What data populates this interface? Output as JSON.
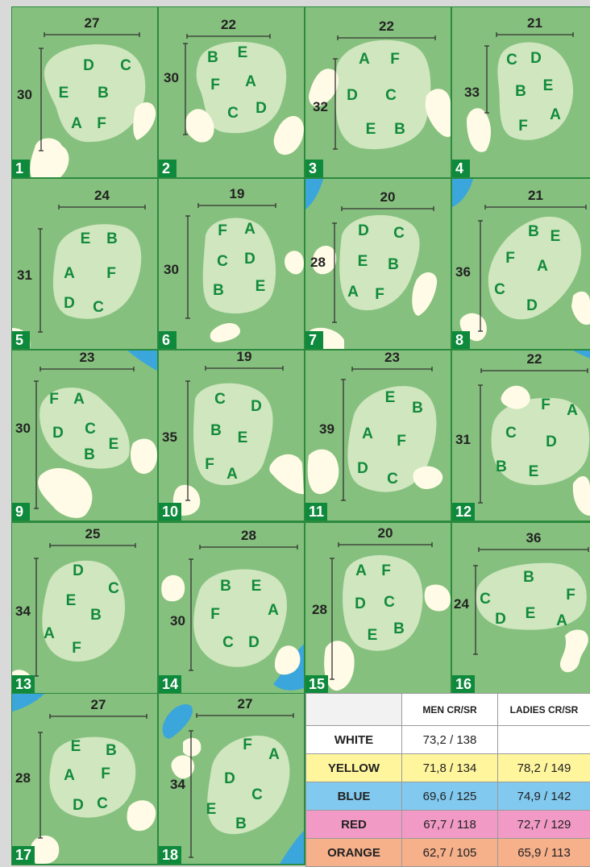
{
  "holes": [
    {
      "num": "1",
      "width": "27",
      "depth": "30",
      "pins": [
        "D",
        "C",
        "E",
        "B",
        "A",
        "F"
      ]
    },
    {
      "num": "2",
      "width": "22",
      "depth": "30",
      "pins": [
        "B",
        "E",
        "F",
        "A",
        "C",
        "D"
      ]
    },
    {
      "num": "3",
      "width": "22",
      "depth": "32",
      "pins": [
        "A",
        "F",
        "D",
        "C",
        "E",
        "B"
      ]
    },
    {
      "num": "4",
      "width": "21",
      "depth": "33",
      "pins": [
        "C",
        "D",
        "B",
        "E",
        "A",
        "F"
      ]
    },
    {
      "num": "5",
      "width": "24",
      "depth": "31",
      "pins": [
        "E",
        "B",
        "A",
        "F",
        "D",
        "C"
      ]
    },
    {
      "num": "6",
      "width": "19",
      "depth": "30",
      "pins": [
        "F",
        "A",
        "C",
        "D",
        "B",
        "E"
      ]
    },
    {
      "num": "7",
      "width": "20",
      "depth": "28",
      "pins": [
        "D",
        "C",
        "E",
        "B",
        "A",
        "F"
      ]
    },
    {
      "num": "8",
      "width": "21",
      "depth": "36",
      "pins": [
        "B",
        "E",
        "F",
        "A",
        "C",
        "D"
      ]
    },
    {
      "num": "9",
      "width": "23",
      "depth": "30",
      "pins": [
        "F",
        "A",
        "D",
        "C",
        "B",
        "E"
      ]
    },
    {
      "num": "10",
      "width": "19",
      "depth": "35",
      "pins": [
        "C",
        "D",
        "B",
        "E",
        "F",
        "A"
      ]
    },
    {
      "num": "11",
      "width": "23",
      "depth": "39",
      "pins": [
        "E",
        "B",
        "A",
        "F",
        "D",
        "C"
      ]
    },
    {
      "num": "12",
      "width": "22",
      "depth": "31",
      "pins": [
        "F",
        "A",
        "C",
        "D",
        "B",
        "E"
      ]
    },
    {
      "num": "13",
      "width": "25",
      "depth": "34",
      "pins": [
        "D",
        "C",
        "E",
        "B",
        "A",
        "F"
      ]
    },
    {
      "num": "14",
      "width": "28",
      "depth": "30",
      "pins": [
        "B",
        "E",
        "F",
        "A",
        "C",
        "D"
      ]
    },
    {
      "num": "15",
      "width": "20",
      "depth": "28",
      "pins": [
        "A",
        "F",
        "D",
        "C",
        "E",
        "B"
      ]
    },
    {
      "num": "16",
      "width": "36",
      "depth": "24",
      "pins": [
        "B",
        "C",
        "F",
        "D",
        "E",
        "A"
      ]
    },
    {
      "num": "17",
      "width": "27",
      "depth": "28",
      "pins": [
        "E",
        "B",
        "A",
        "F",
        "D",
        "C"
      ]
    },
    {
      "num": "18",
      "width": "27",
      "depth": "34",
      "pins": [
        "F",
        "A",
        "D",
        "C",
        "E",
        "B"
      ]
    }
  ],
  "ratings": {
    "headers": [
      "",
      "MEN CR/SR",
      "LADIES CR/SR"
    ],
    "rows": [
      {
        "tee": "WHITE",
        "men": "73,2 / 138",
        "ladies": "",
        "color": "#ffffff"
      },
      {
        "tee": "YELLOW",
        "men": "71,8 / 134",
        "ladies": "78,2 / 149",
        "color": "#fff59d"
      },
      {
        "tee": "BLUE",
        "men": "69,6 / 125",
        "ladies": "74,9 / 142",
        "color": "#81c9ef"
      },
      {
        "tee": "RED",
        "men": "67,7 / 118",
        "ladies": "72,7 / 129",
        "color": "#f29ac6"
      },
      {
        "tee": "ORANGE",
        "men": "62,7 / 105",
        "ladies": "65,9 / 113",
        "color": "#f6b08a"
      }
    ]
  },
  "colors": {
    "fairway": "#86c07e",
    "green": "#cfe6bf",
    "bunker": "#fffbe6",
    "water": "#3aa6dc",
    "pin_text": "#128a3a",
    "border": "#2a8a3e",
    "hole_badge": "#0f8a3c"
  }
}
